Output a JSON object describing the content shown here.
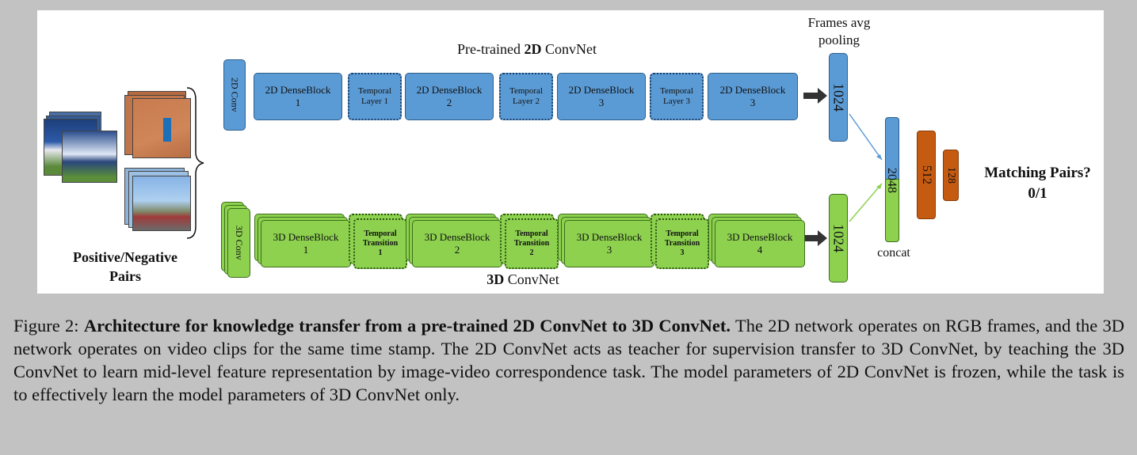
{
  "top_title_prefix": "Pre-trained ",
  "top_title_bold": "2D",
  "top_title_suffix": " ConvNet",
  "bottom_title_bold": "3D",
  "bottom_title_suffix": " ConvNet",
  "pool_label": "Frames avg\npooling",
  "input_label": "Positive/Negative\nPairs",
  "conv2d": "2D Conv",
  "conv3d": "3D Conv",
  "blocks_2d": [
    "2D DenseBlock\n1",
    "2D DenseBlock\n2",
    "2D DenseBlock\n3",
    "2D DenseBlock\n3"
  ],
  "temporal_2d": [
    "Temporal\nLayer 1",
    "Temporal\nLayer 2",
    "Temporal\nLayer 3"
  ],
  "blocks_3d": [
    "3D DenseBlock\n1",
    "3D DenseBlock\n2",
    "3D DenseBlock\n3",
    "3D DenseBlock\n4"
  ],
  "temporal_3d": [
    "Temporal\nTransition\n1",
    "Temporal\nTransition\n2",
    "Temporal\nTransition\n3"
  ],
  "feat_top": "1024",
  "feat_bottom": "1024",
  "concat_value": "2048",
  "concat_label": "concat",
  "fc1": "512",
  "fc2": "128",
  "output_label": "Matching Pairs?\n0/1",
  "caption": {
    "prefix": "Figure 2: ",
    "bold": "Architecture for knowledge transfer from a pre-trained 2D ConvNet to 3D ConvNet.",
    "text": " The 2D network operates on RGB frames, and the 3D network operates on video clips for the same time stamp. The 2D ConvNet acts as teacher for supervision transfer to 3D ConvNet, by teaching the 3D ConvNet to learn mid-level feature representation by image-video correspondence task. The model parameters of 2D ConvNet is frozen, while the task is to effectively learn the model parameters of 3D ConvNet only."
  },
  "colors": {
    "blue": "#5b9bd5",
    "green": "#8dd14f",
    "orange": "#c55a11"
  }
}
